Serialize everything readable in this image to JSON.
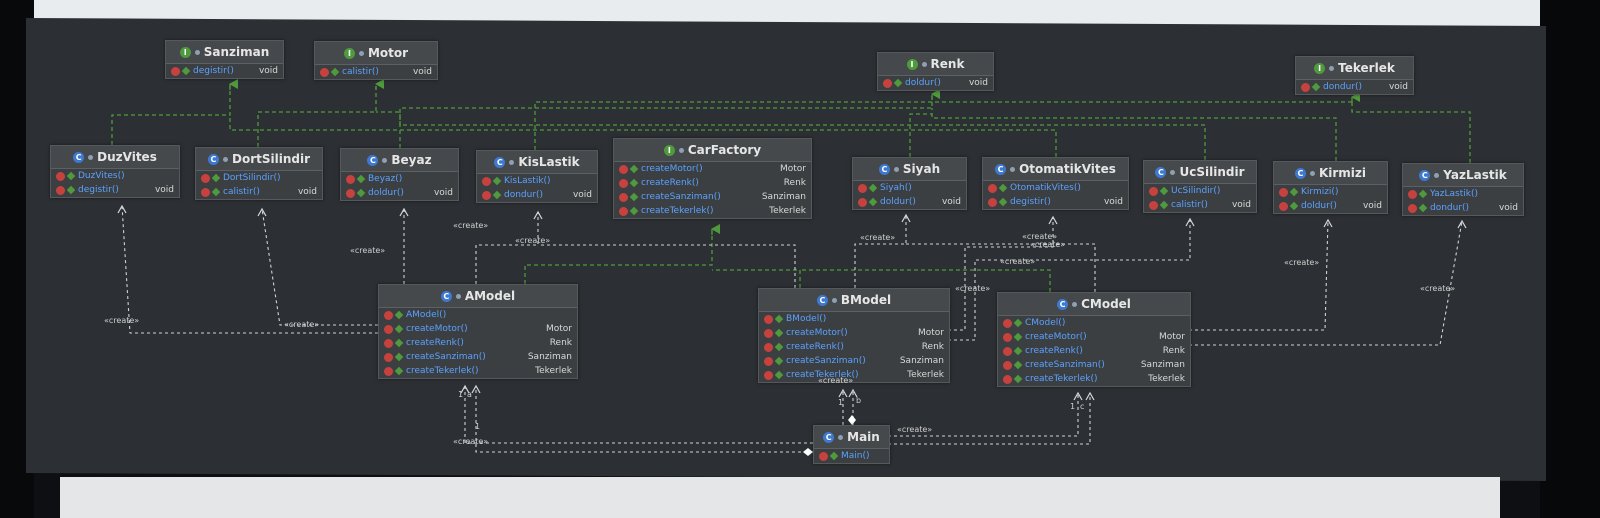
{
  "labels": {
    "create": "«create»"
  },
  "multiplicity": {
    "one": "1",
    "a": "a",
    "b": "b",
    "c": "c"
  },
  "classes": {
    "sanziman": {
      "name": "Sanziman",
      "kind": "interface",
      "members": [
        {
          "name": "degistir()",
          "type": "void"
        }
      ]
    },
    "motor": {
      "name": "Motor",
      "kind": "interface",
      "members": [
        {
          "name": "calistir()",
          "type": "void"
        }
      ]
    },
    "renk": {
      "name": "Renk",
      "kind": "interface",
      "members": [
        {
          "name": "doldur()",
          "type": "void"
        }
      ]
    },
    "tekerlek": {
      "name": "Tekerlek",
      "kind": "interface",
      "members": [
        {
          "name": "dondur()",
          "type": "void"
        }
      ]
    },
    "carfactory": {
      "name": "CarFactory",
      "kind": "interface",
      "members": [
        {
          "name": "createMotor()",
          "type": "Motor"
        },
        {
          "name": "createRenk()",
          "type": "Renk"
        },
        {
          "name": "createSanziman()",
          "type": "Sanziman"
        },
        {
          "name": "createTekerlek()",
          "type": "Tekerlek"
        }
      ]
    },
    "duzvites": {
      "name": "DuzVites",
      "kind": "class",
      "members": [
        {
          "name": "DuzVites()",
          "type": ""
        },
        {
          "name": "degistir()",
          "type": "void"
        }
      ]
    },
    "dortsilindir": {
      "name": "DortSilindir",
      "kind": "class",
      "members": [
        {
          "name": "DortSilindir()",
          "type": ""
        },
        {
          "name": "calistir()",
          "type": "void"
        }
      ]
    },
    "beyaz": {
      "name": "Beyaz",
      "kind": "class",
      "members": [
        {
          "name": "Beyaz()",
          "type": ""
        },
        {
          "name": "doldur()",
          "type": "void"
        }
      ]
    },
    "kislastik": {
      "name": "KisLastik",
      "kind": "class",
      "members": [
        {
          "name": "KisLastik()",
          "type": ""
        },
        {
          "name": "dondur()",
          "type": "void"
        }
      ]
    },
    "siyah": {
      "name": "Siyah",
      "kind": "class",
      "members": [
        {
          "name": "Siyah()",
          "type": ""
        },
        {
          "name": "doldur()",
          "type": "void"
        }
      ]
    },
    "otomatikvites": {
      "name": "OtomatikVites",
      "kind": "class",
      "members": [
        {
          "name": "OtomatikVites()",
          "type": ""
        },
        {
          "name": "degistir()",
          "type": "void"
        }
      ]
    },
    "ucsilindir": {
      "name": "UcSilindir",
      "kind": "class",
      "members": [
        {
          "name": "UcSilindir()",
          "type": ""
        },
        {
          "name": "calistir()",
          "type": "void"
        }
      ]
    },
    "kirmizi": {
      "name": "Kirmizi",
      "kind": "class",
      "members": [
        {
          "name": "Kirmizi()",
          "type": ""
        },
        {
          "name": "doldur()",
          "type": "void"
        }
      ]
    },
    "yazlastik": {
      "name": "YazLastik",
      "kind": "class",
      "members": [
        {
          "name": "YazLastik()",
          "type": ""
        },
        {
          "name": "dondur()",
          "type": "void"
        }
      ]
    },
    "amodel": {
      "name": "AModel",
      "kind": "class",
      "members": [
        {
          "name": "AModel()",
          "type": ""
        },
        {
          "name": "createMotor()",
          "type": "Motor"
        },
        {
          "name": "createRenk()",
          "type": "Renk"
        },
        {
          "name": "createSanziman()",
          "type": "Sanziman"
        },
        {
          "name": "createTekerlek()",
          "type": "Tekerlek"
        }
      ]
    },
    "bmodel": {
      "name": "BModel",
      "kind": "class",
      "members": [
        {
          "name": "BModel()",
          "type": ""
        },
        {
          "name": "createMotor()",
          "type": "Motor"
        },
        {
          "name": "createRenk()",
          "type": "Renk"
        },
        {
          "name": "createSanziman()",
          "type": "Sanziman"
        },
        {
          "name": "createTekerlek()",
          "type": "Tekerlek"
        }
      ]
    },
    "cmodel": {
      "name": "CModel",
      "kind": "class",
      "members": [
        {
          "name": "CModel()",
          "type": ""
        },
        {
          "name": "createMotor()",
          "type": "Motor"
        },
        {
          "name": "createRenk()",
          "type": "Renk"
        },
        {
          "name": "createSanziman()",
          "type": "Sanziman"
        },
        {
          "name": "createTekerlek()",
          "type": "Tekerlek"
        }
      ]
    },
    "main": {
      "name": "Main",
      "kind": "class",
      "members": [
        {
          "name": "Main()",
          "type": ""
        }
      ]
    }
  },
  "colors": {
    "background": "#2c2f33",
    "class_box": "#3c3f41",
    "realization_line": "#4e9a3c",
    "dependency_line": "#cfd3d6",
    "method_name": "#5aa1ff",
    "method_icon": "#c7423f"
  }
}
